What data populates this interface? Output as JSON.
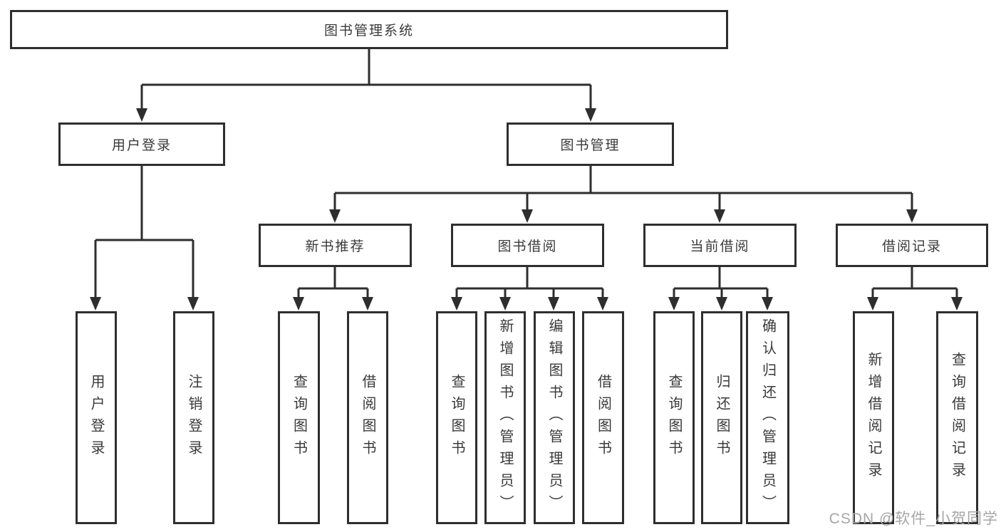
{
  "diagram": {
    "root": {
      "label": "图书管理系统"
    },
    "branches": {
      "user_login": {
        "label": "用户登录",
        "children": {
          "login": {
            "label": "用户登录"
          },
          "logout": {
            "label": "注销登录"
          }
        }
      },
      "book_mgmt": {
        "label": "图书管理",
        "children": {
          "new_book": {
            "label": "新书推荐",
            "children": {
              "query": {
                "label": "查询图书"
              },
              "borrow": {
                "label": "借阅图书"
              }
            }
          },
          "book_borrow": {
            "label": "图书借阅",
            "children": {
              "query": {
                "label": "查询图书"
              },
              "add": {
                "label": "新增图书（管理员）"
              },
              "edit": {
                "label": "编辑图书（管理员）"
              },
              "borrow": {
                "label": "借阅图书"
              }
            }
          },
          "current_borrow": {
            "label": "当前借阅",
            "children": {
              "query": {
                "label": "查询图书"
              },
              "return": {
                "label": "归还图书"
              },
              "confirm": {
                "label": "确认归还（管理员）"
              }
            }
          },
          "borrow_records": {
            "label": "借阅记录",
            "children": {
              "add": {
                "label": "新增借阅记录"
              },
              "query": {
                "label": "查询借阅记录"
              }
            }
          }
        }
      }
    }
  },
  "colors": {
    "line": "#2e2e2e",
    "text": "#3a3a3a",
    "watermark": "#a6a6a6",
    "background": "#ffffff"
  },
  "watermark": {
    "text": "CSDN @软件_小贺同学"
  }
}
